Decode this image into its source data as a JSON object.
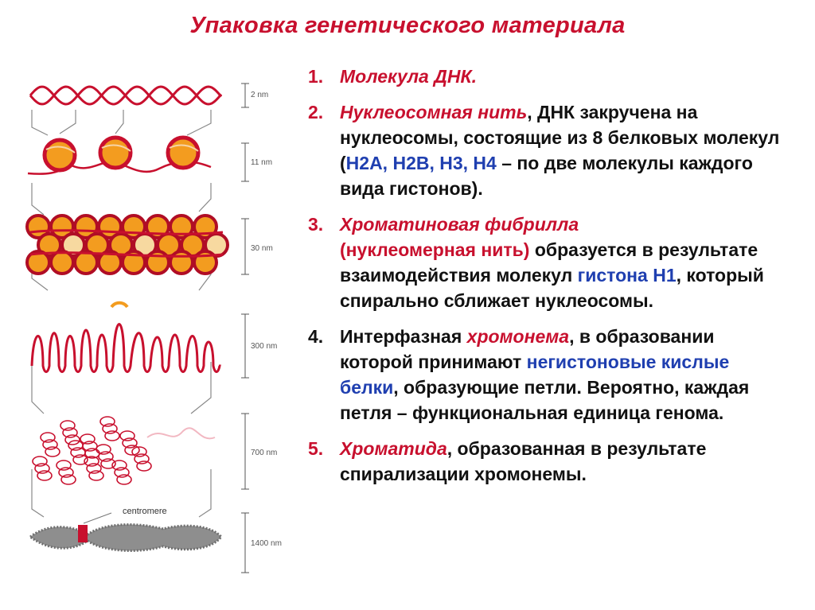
{
  "title": "Упаковка генетического материала",
  "figure": {
    "scale_labels": [
      "2 nm",
      "11 nm",
      "30 nm",
      "300 nm",
      "700 nm",
      "1400 nm"
    ],
    "centromere_label": "centromere",
    "colors": {
      "dna": "#c8102e",
      "histone": "#f39c1f",
      "chromosome": "#8e8e8e",
      "centromere": "#c8102e"
    }
  },
  "steps": [
    {
      "num": "1.",
      "term": "Молекула ДНК."
    },
    {
      "num": "2.",
      "term": "Нуклеосомная нить",
      "t1": ", ДНК закручена на нуклеосомы, состоящие из 8 белковых молекул (",
      "blue": "H2A, H2B, H3, H4",
      "t2": " – по две молекулы каждого вида гистонов)."
    },
    {
      "num": "3.",
      "term": "Хроматиновая фибрилла",
      "red_plain": "(нуклеомерная нить)",
      "t1": " образуется в результате взаимодействия молекул ",
      "blue": "гистона H1",
      "t2": ", который спирально сближает нуклеосомы."
    },
    {
      "num": "4.",
      "t0": "Интерфазная ",
      "term": "хромонема",
      "t1": ", в образовании которой принимают ",
      "blue": "негистоновые кислые белки",
      "t2": ", образующие петли. Вероятно, каждая петля – функциональная единица генома."
    },
    {
      "num": "5.",
      "term": "Хроматида",
      "t1": ", образованная в результате спирализации хромонемы."
    }
  ]
}
